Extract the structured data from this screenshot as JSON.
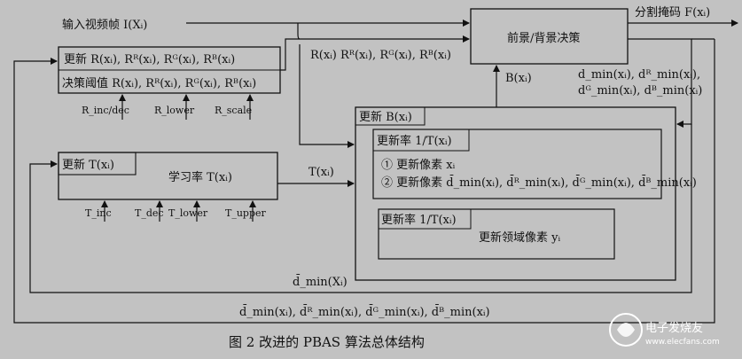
{
  "diagram": {
    "input_frame": "输入视频帧 I(Xᵢ)",
    "output_mask": "分割掩码 F(xᵢ)",
    "decision_box": "前景/背景决策",
    "threshold_update": "更新 R(xᵢ), Rᴿ(xᵢ), Rᴳ(xᵢ), Rᴮ(xᵢ)",
    "threshold_decision": "决策阈值 R(xᵢ), Rᴿ(xᵢ), Rᴳ(xᵢ), Rᴮ(xᵢ)",
    "param_r_inc_dec": "R_inc/dec",
    "param_r_lower": "R_lower",
    "param_r_scale": "R_scale",
    "r_signal": "R(xᵢ) Rᴿ(xᵢ), Rᴳ(xᵢ), Rᴮ(xᵢ)",
    "b_signal": "B(xᵢ)",
    "dmin_signal_1": "d_min(xᵢ), dᴿ_min(xᵢ),",
    "dmin_signal_2": "dᴳ_min(xᵢ), dᴮ_min(xᵢ)",
    "update_b": "更新 B(xᵢ)",
    "update_rate_1": "更新率 1/T(xᵢ)",
    "update_pixel_1": "① 更新像素 xᵢ",
    "update_pixel_2": "② 更新像素 d̄_min(xᵢ), d̄ᴿ_min(xᵢ), d̄ᴳ_min(xᵢ), d̄ᴮ_min(xᵢ)",
    "update_rate_2": "更新率 1/T(xᵢ)",
    "update_neighbor": "更新领域像素 yᵢ",
    "update_t": "更新 T(xᵢ)",
    "learning_rate": "学习率 T(xᵢ)",
    "t_signal": "T(xᵢ)",
    "param_t_inc": "T_inc",
    "param_t_dec": "T_dec",
    "param_t_lower": "T_lower",
    "param_t_upper": "T_upper",
    "feedback_dmin": "d̄_min(Xᵢ)",
    "feedback_dmin_rgb": "d̄_min(xᵢ), d̄ᴿ_min(xᵢ), d̄ᴳ_min(xᵢ), d̄ᴮ_min(xᵢ)"
  },
  "caption": "图 2   改进的 PBAS 算法总体结构",
  "watermark": {
    "text": "电子发烧友",
    "sub": "www.elecfans.com"
  }
}
